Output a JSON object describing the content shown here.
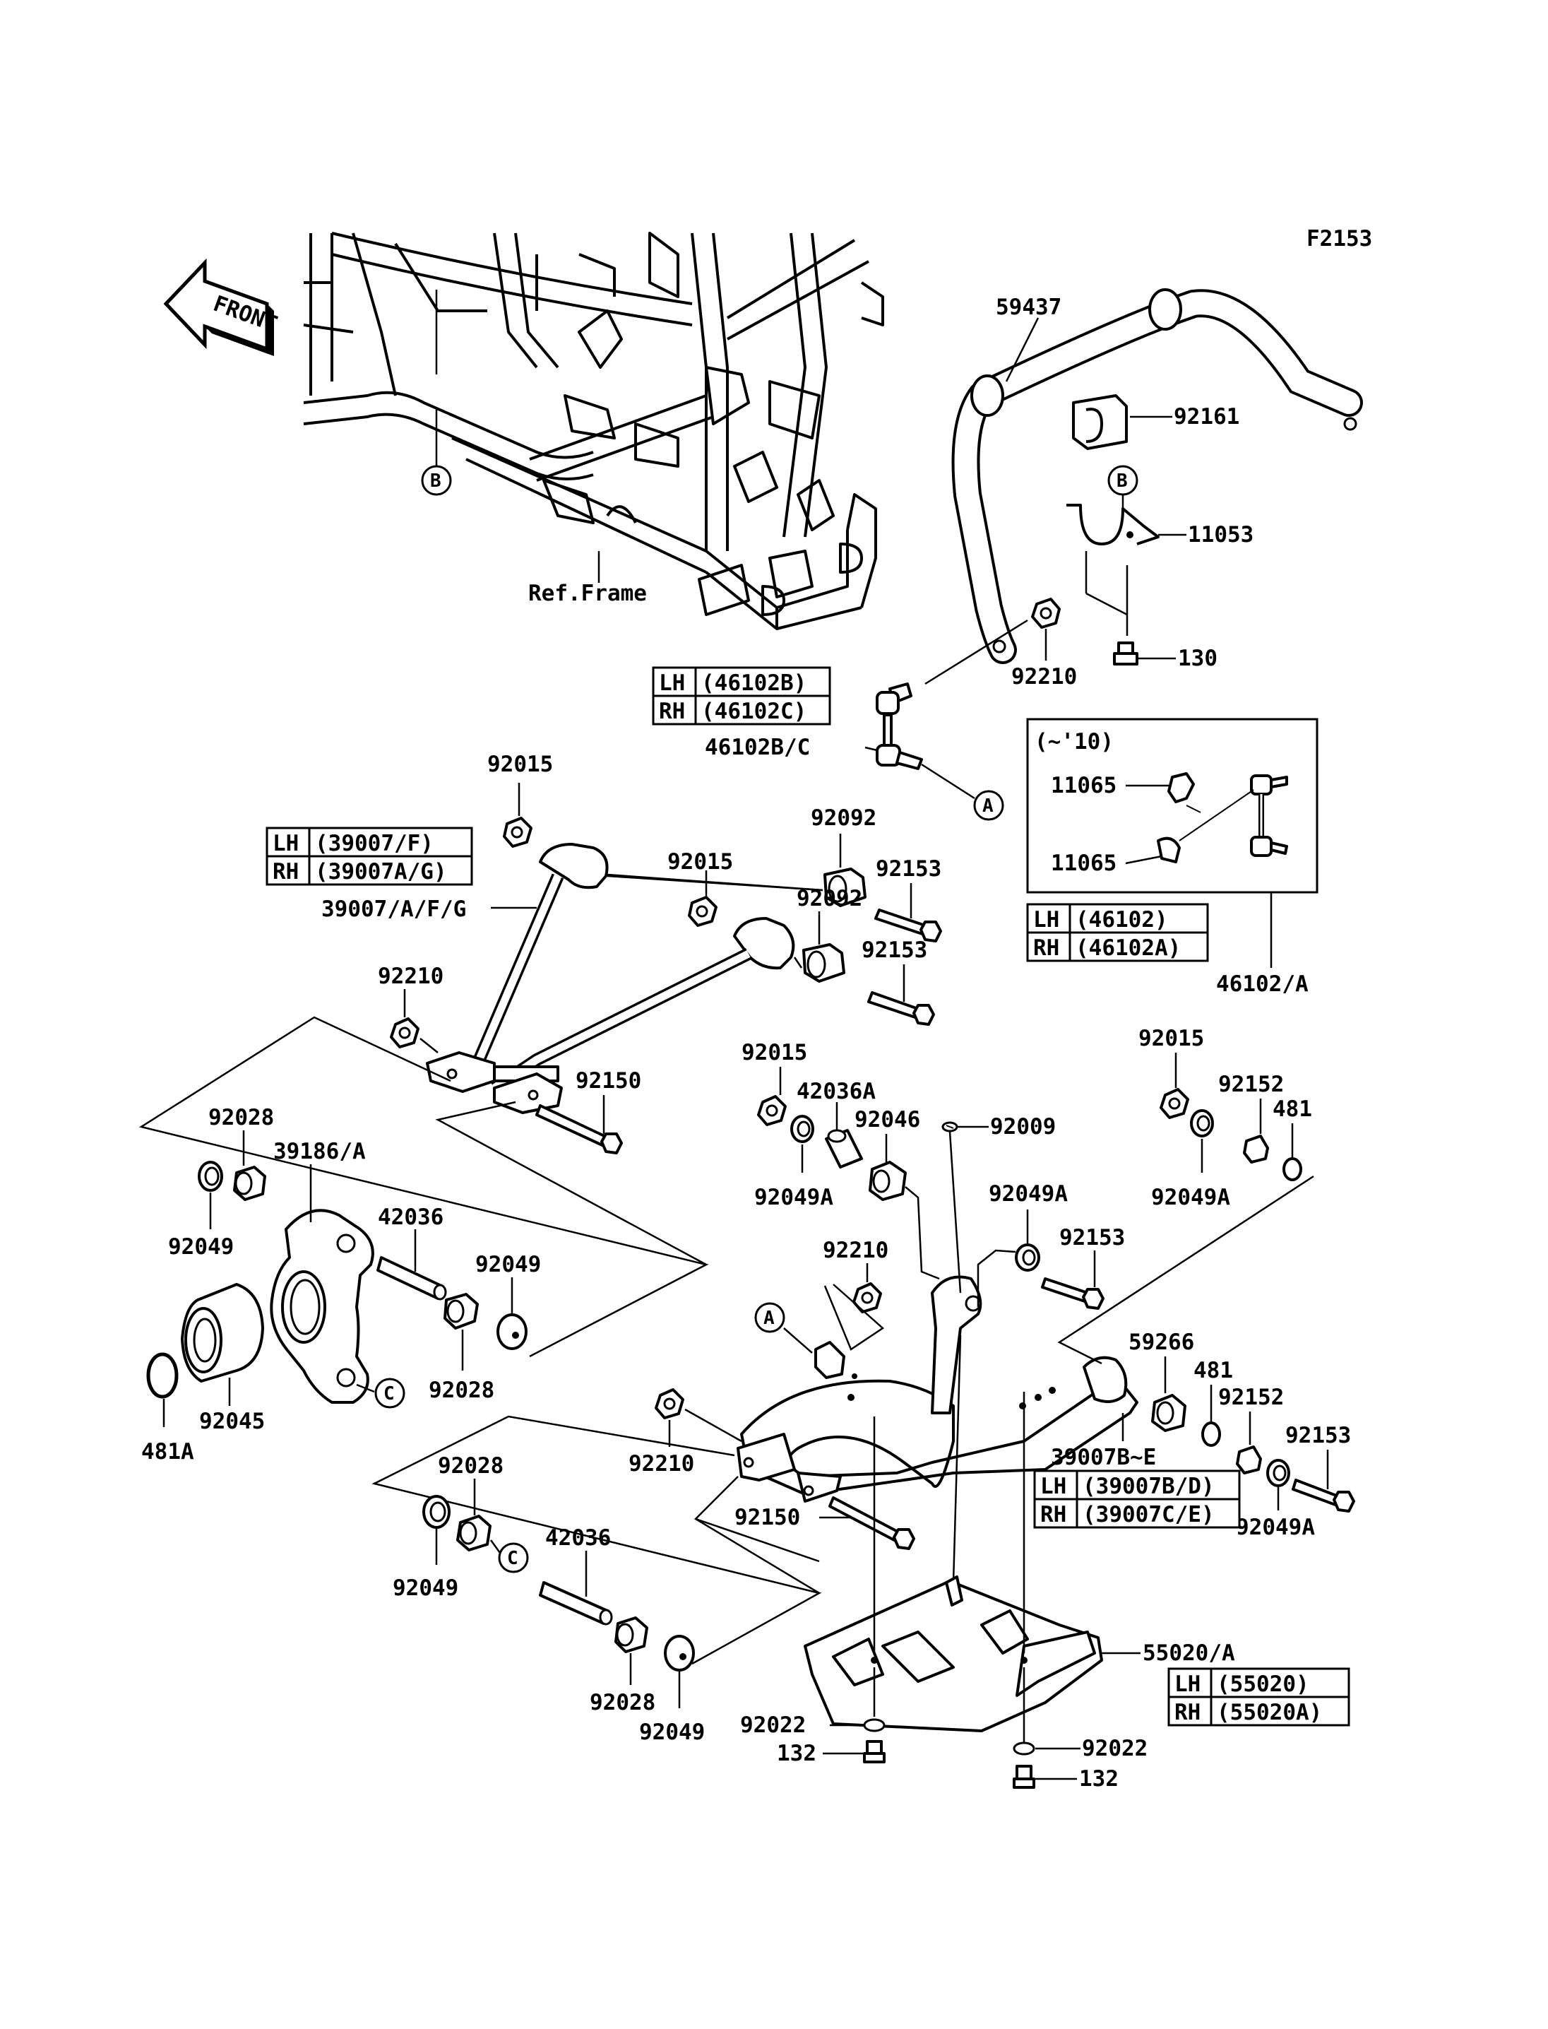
{
  "figure_code": "F2153",
  "front_label": "FRONT",
  "frame_ref": "Ref.Frame",
  "refs": {
    "a": "A",
    "b": "B",
    "c": "C"
  },
  "parts": {
    "p59437": "59437",
    "p92161": "92161",
    "p11053": "11053",
    "p130": "130",
    "p92210_top": "92210",
    "p46102bc": "46102B/C",
    "p92015_a": "92015",
    "p92015_b": "92015",
    "p92015_c": "92015",
    "p92015_d": "92015",
    "p92092_a": "92092",
    "p92092_b": "92092",
    "p92153_a": "92153",
    "p92153_b": "92153",
    "p92153_c": "92153",
    "p92153_d": "92153",
    "p39007afg": "39007/A/F/G",
    "p92210_left": "92210",
    "p92150_a": "92150",
    "p92150_b": "92150",
    "p42036a": "42036A",
    "p92046": "92046",
    "p92049a_a": "92049A",
    "p92049a_b": "92049A",
    "p92049a_c": "92049A",
    "p92049a_d": "92049A",
    "p92009": "92009",
    "p92152_a": "92152",
    "p92152_b": "92152",
    "p481_a": "481",
    "p481_b": "481",
    "p92028_a": "92028",
    "p92028_b": "92028",
    "p92028_c": "92028",
    "p92028_d": "92028",
    "p39186a": "39186/A",
    "p92049_a": "92049",
    "p92049_b": "92049",
    "p92049_c": "92049",
    "p92049_d": "92049",
    "p42036_a": "42036",
    "p42036_b": "42036",
    "p92045": "92045",
    "p481a": "481A",
    "p92210_mid": "92210",
    "p92210_low": "92210",
    "p59266": "59266",
    "p39007be": "39007B~E",
    "p55020a": "55020/A",
    "p92022_a": "92022",
    "p92022_b": "92022",
    "p132_a": "132",
    "p132_b": "132",
    "p11065_a": "11065",
    "p11065_b": "11065",
    "p46102a": "46102/A",
    "inset_year": "(~'10)"
  },
  "tables": {
    "t46102bc": [
      {
        "side": "LH",
        "code": "(46102B)"
      },
      {
        "side": "RH",
        "code": "(46102C)"
      }
    ],
    "t39007": [
      {
        "side": "LH",
        "code": "(39007/F)"
      },
      {
        "side": "RH",
        "code": "(39007A/G)"
      }
    ],
    "t46102": [
      {
        "side": "LH",
        "code": "(46102)"
      },
      {
        "side": "RH",
        "code": "(46102A)"
      }
    ],
    "t39007b": [
      {
        "side": "LH",
        "code": "(39007B/D)"
      },
      {
        "side": "RH",
        "code": "(39007C/E)"
      }
    ],
    "t55020": [
      {
        "side": "LH",
        "code": "(55020)"
      },
      {
        "side": "RH",
        "code": "(55020A)"
      }
    ]
  }
}
